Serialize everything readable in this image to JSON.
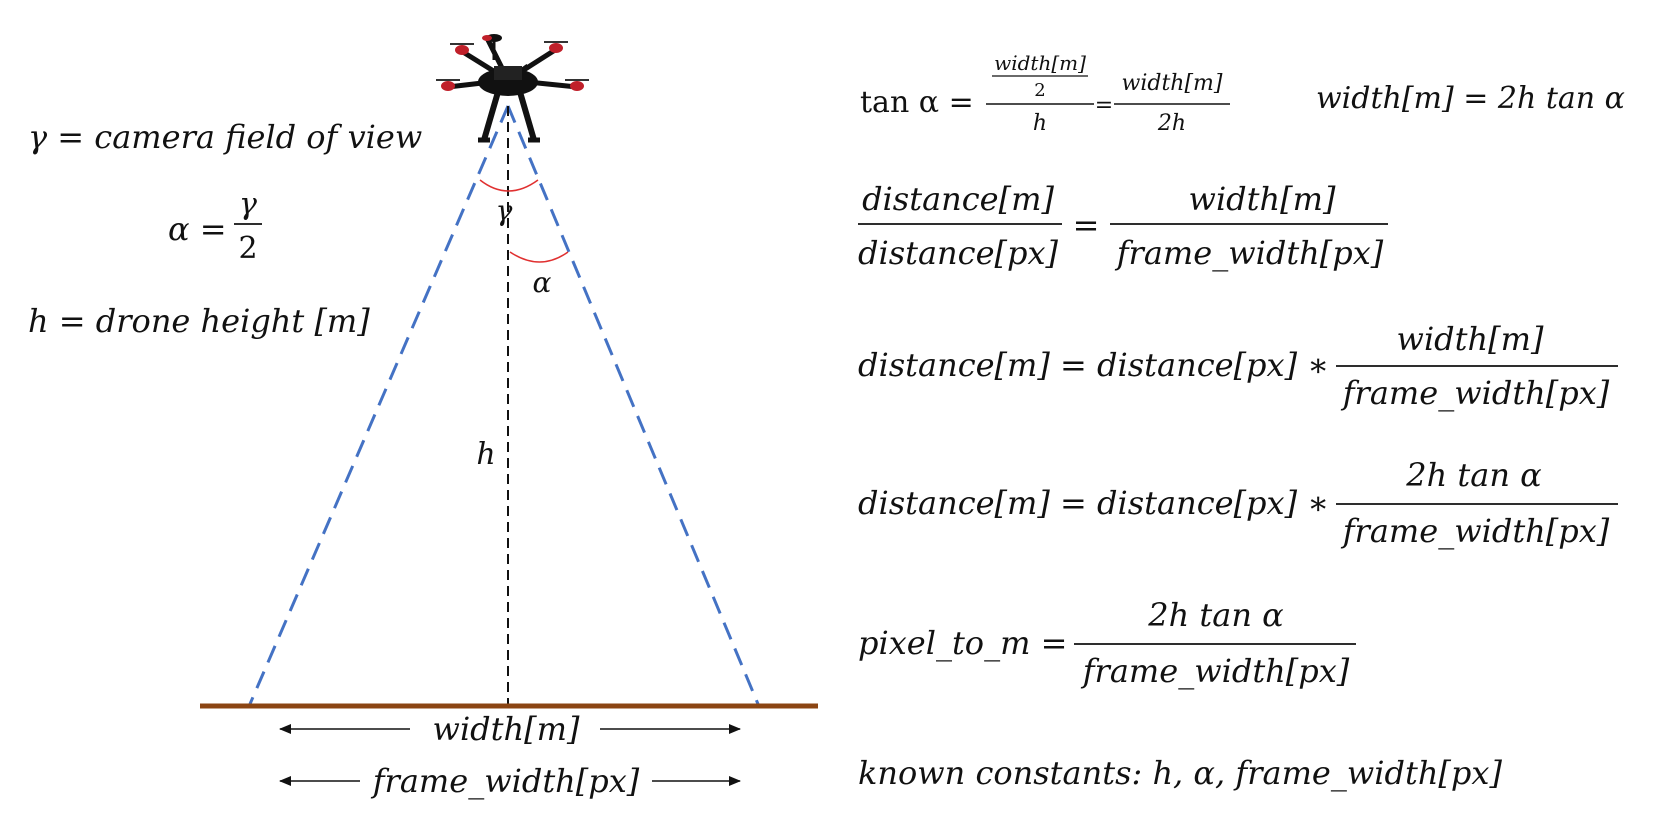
{
  "legend": {
    "gamma_def": "γ = camera field of view",
    "alpha_lhs": "α =",
    "alpha_num": "γ",
    "alpha_den": "2",
    "h_def": "h = drone height [m]"
  },
  "diagram": {
    "gamma_label": "γ",
    "alpha_label": "α",
    "h_label": "h",
    "width_label": "width[m]",
    "frame_width_label": "frame_width[px]",
    "fov_line_color": "#4472c4",
    "arc_color": "#e03030",
    "ground_color": "#8b4513"
  },
  "equations": {
    "eq1": {
      "lhs": "tan α =",
      "top_num": "width[m]",
      "top_den": "2",
      "den": "h",
      "eqsign": "=",
      "num2": "width[m]",
      "den2": "2h"
    },
    "eq1b": {
      "text": "width[m] = 2h tan α"
    },
    "eq2": {
      "num_l": "distance[m]",
      "den_l": "distance[px]",
      "eqsign": "=",
      "num_r": "width[m]",
      "den_r": "frame_width[px]"
    },
    "eq3": {
      "lhs": "distance[m] = distance[px] ∗",
      "num": "width[m]",
      "den": "frame_width[px]"
    },
    "eq4": {
      "lhs": "distance[m] = distance[px] ∗",
      "num": "2h tan α",
      "den": "frame_width[px]"
    },
    "eq5": {
      "lhs": "pixel_to_m =",
      "num": "2h tan α",
      "den": "frame_width[px]"
    },
    "eq6": {
      "text": "known constants: h, α, frame_width[px]"
    }
  },
  "icons": [
    "drone-icon"
  ]
}
